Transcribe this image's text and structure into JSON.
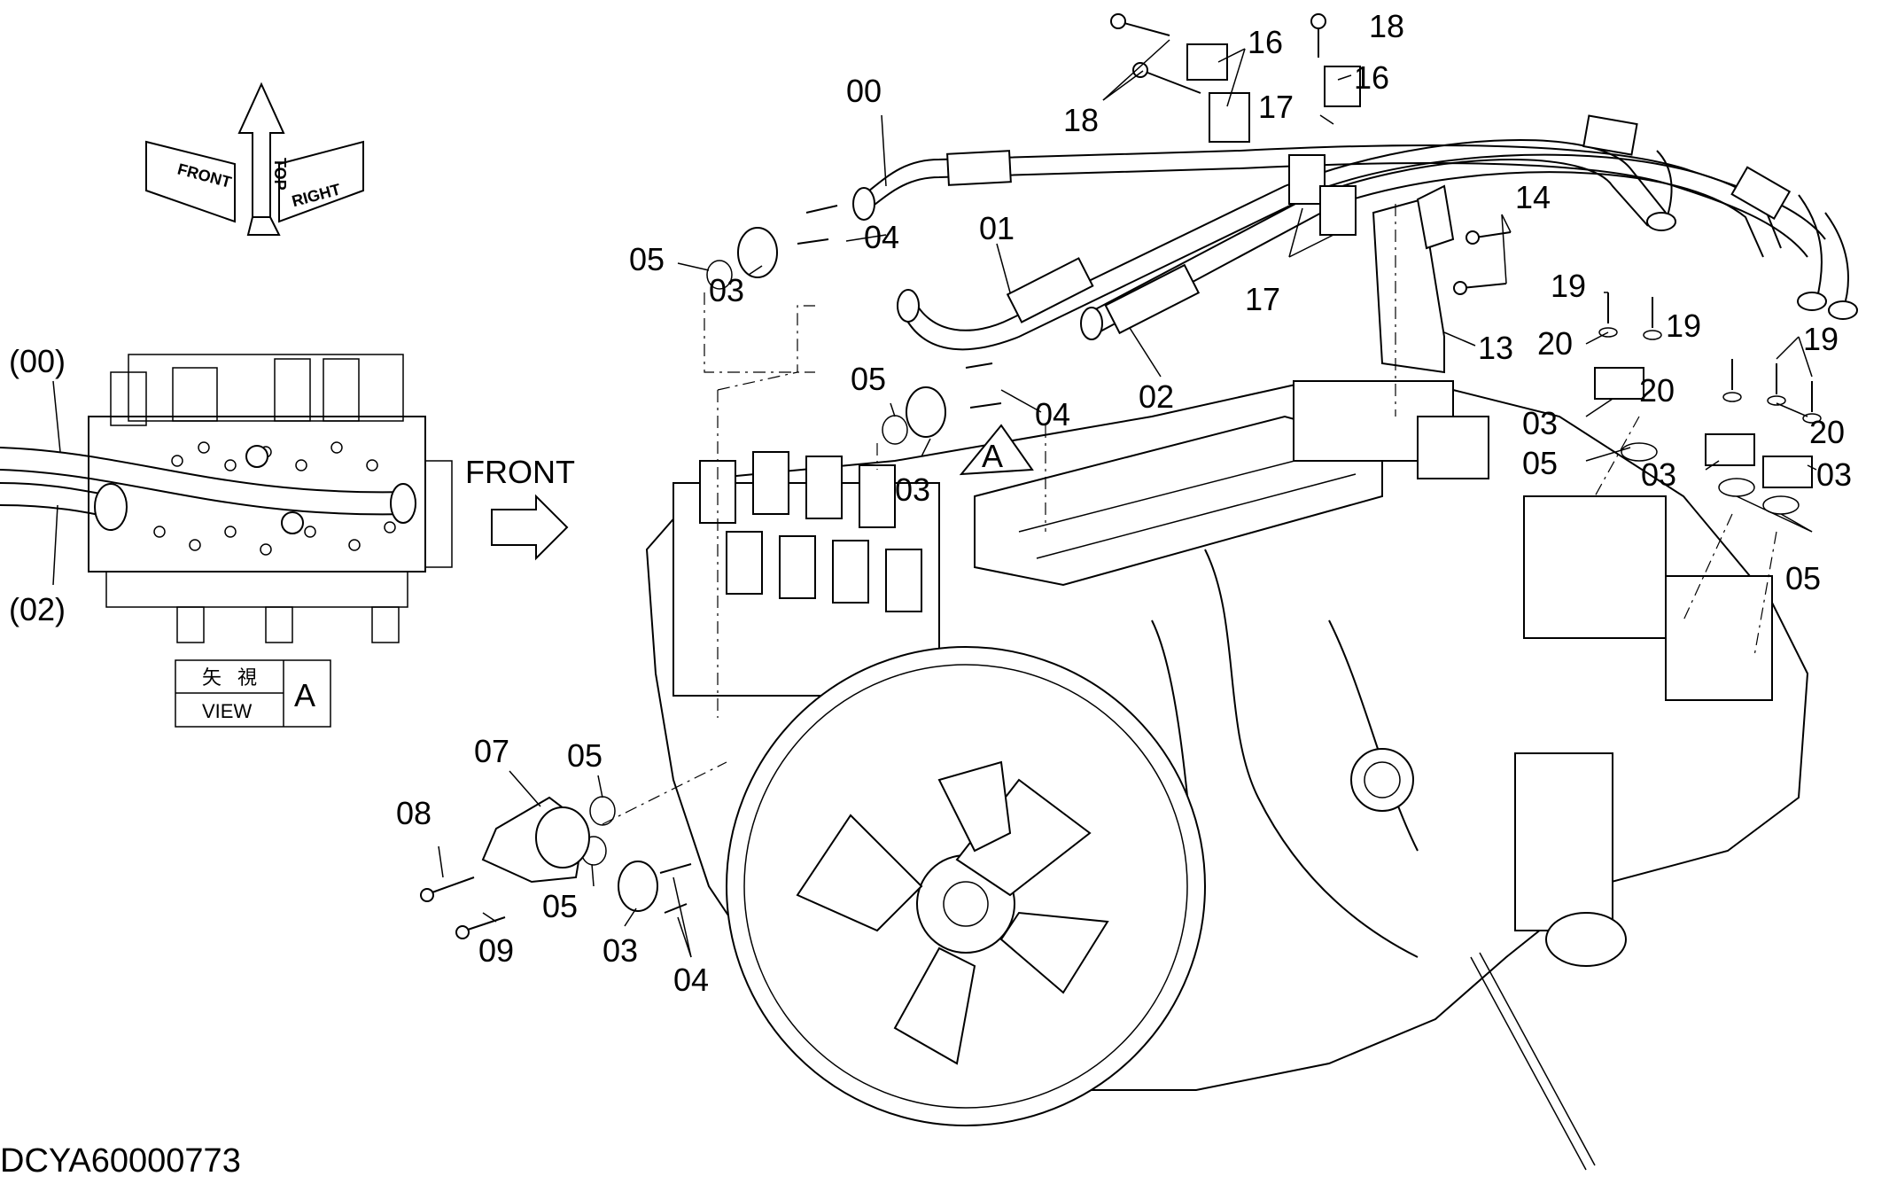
{
  "drawing": {
    "code": "DCYA60000773",
    "front_arrow_label": "FRONT",
    "section_marker": "A"
  },
  "orientation_cube": {
    "top": "TOP",
    "front": "FRONT",
    "right": "RIGHT"
  },
  "view_box": {
    "jp_a": "矢",
    "jp_b": "視",
    "en": "VIEW",
    "letter": "A"
  },
  "inset": {
    "label_top": "(00)",
    "label_bottom": "(02)"
  },
  "callouts": {
    "c00": "00",
    "c01": "01",
    "c02": "02",
    "c03": "03",
    "c04": "04",
    "c05": "05",
    "c07": "07",
    "c08": "08",
    "c09": "09",
    "c13": "13",
    "c14": "14",
    "c16": "16",
    "c17": "17",
    "c18": "18",
    "c19": "19",
    "c20": "20"
  },
  "colors": {
    "line": "#000000",
    "background": "#ffffff"
  }
}
